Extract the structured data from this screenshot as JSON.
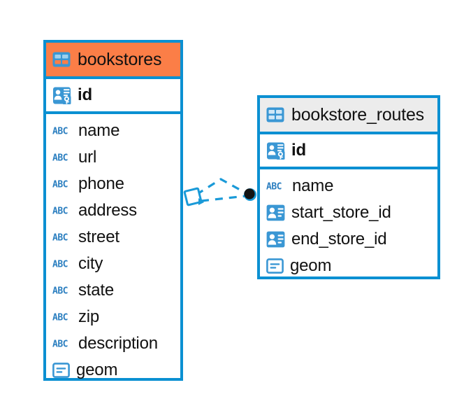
{
  "diagram": {
    "type": "entity-relationship-diagram",
    "background": "#ffffff",
    "colors": {
      "border_blue": "#0b90d2",
      "header_orange": "#fb7e47",
      "header_gray": "#ececec",
      "icon_blue": "#3a97d4",
      "text": "#111111",
      "connector_blue": "#0b90d2",
      "connector_endpoint": "#141414"
    },
    "entities": [
      {
        "name": "bookstores",
        "header_style": "accent-orange",
        "header_icon": "table-icon",
        "primary_key": {
          "label": "id",
          "icon": "primary-key-icon"
        },
        "attributes": [
          {
            "label": "name",
            "icon": "text-abc-icon"
          },
          {
            "label": "url",
            "icon": "text-abc-icon"
          },
          {
            "label": "phone",
            "icon": "text-abc-icon"
          },
          {
            "label": "address",
            "icon": "text-abc-icon"
          },
          {
            "label": "street",
            "icon": "text-abc-icon"
          },
          {
            "label": "city",
            "icon": "text-abc-icon"
          },
          {
            "label": "state",
            "icon": "text-abc-icon"
          },
          {
            "label": "zip",
            "icon": "text-abc-icon"
          },
          {
            "label": "description",
            "icon": "text-abc-icon"
          },
          {
            "label": "geom",
            "icon": "geometry-icon"
          }
        ]
      },
      {
        "name": "bookstore_routes",
        "header_style": "accent-gray",
        "header_icon": "table-icon",
        "primary_key": {
          "label": "id",
          "icon": "primary-key-icon"
        },
        "attributes": [
          {
            "label": "name",
            "icon": "text-abc-icon"
          },
          {
            "label": "start_store_id",
            "icon": "foreign-key-icon"
          },
          {
            "label": "end_store_id",
            "icon": "foreign-key-icon"
          },
          {
            "label": "geom",
            "icon": "geometry-icon"
          }
        ]
      }
    ],
    "relationship": {
      "from": "bookstores",
      "to": "bookstore_routes",
      "line_style": "dashed",
      "source_marker": "diamond-marker",
      "target_marker": "filled-circle-marker"
    }
  }
}
